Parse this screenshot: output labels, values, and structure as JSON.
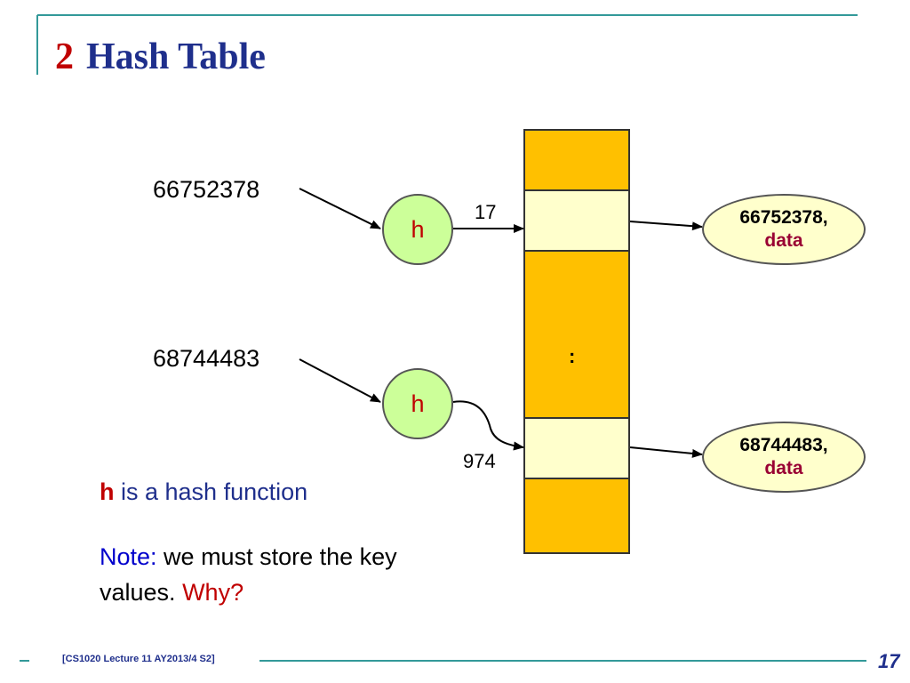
{
  "slide": {
    "number": "2",
    "title": "Hash Table"
  },
  "diagram": {
    "keys": [
      "66752378",
      "68744483"
    ],
    "hash_node_label": "h",
    "indices": [
      "17",
      "974"
    ],
    "table_ellipsis": ":",
    "entries": [
      {
        "key": "66752378,",
        "data": "data"
      },
      {
        "key": "68744483,",
        "data": "data"
      }
    ]
  },
  "caption": {
    "h": "h",
    "rest": " is a hash function"
  },
  "note": {
    "label": "Note:",
    "text": " we must store the key values.  ",
    "why": "Why?"
  },
  "footer": {
    "course": "[CS1020 Lecture 11 AY2013/4 S2]",
    "page": "17"
  },
  "colors": {
    "title": "#1f2f8c",
    "accent_red": "#c00000",
    "teal_rule": "#339999",
    "table_orange": "#ffc000",
    "slot_light": "#ffffcc",
    "hash_node": "#ccff99"
  }
}
